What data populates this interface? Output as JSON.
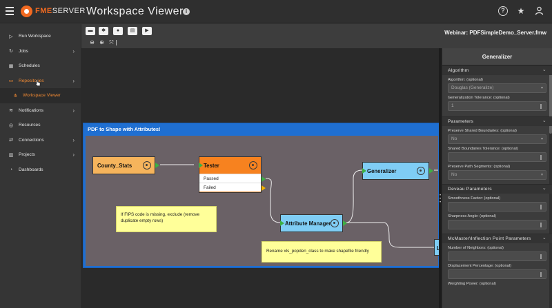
{
  "app": {
    "logo_prefix": "FME",
    "logo_suffix": "SERVER",
    "title": "Workspace Viewer"
  },
  "sidebar": {
    "items": [
      {
        "label": "Run Workspace",
        "icon": "play-icon",
        "chevron": false
      },
      {
        "label": "Jobs",
        "icon": "refresh-icon",
        "chevron": true
      },
      {
        "label": "Schedules",
        "icon": "calendar-icon",
        "chevron": false
      },
      {
        "label": "Repositories",
        "icon": "folder-icon",
        "chevron": true,
        "active": true
      },
      {
        "label": "Workspace Viewer",
        "icon": "viewer-icon",
        "sub": true
      },
      {
        "label": "Notifications",
        "icon": "wifi-icon",
        "chevron": true
      },
      {
        "label": "Resources",
        "icon": "database-icon",
        "chevron": false
      },
      {
        "label": "Connections",
        "icon": "connections-icon",
        "chevron": true
      },
      {
        "label": "Projects",
        "icon": "book-icon",
        "chevron": true
      },
      {
        "label": "Dashboards",
        "icon": "dashboard-icon",
        "chevron": false
      }
    ]
  },
  "toolbar": {
    "workspace_name": "Webinar: PDFSimpleDemo_Server.fmw"
  },
  "canvas": {
    "bookmark_title": "PDF to Shape with Attributes!",
    "transformers": {
      "county_stats": "County_Stats",
      "tester": "Tester",
      "tester_passed": "Passed",
      "tester_failed": "Failed",
      "generalizer": "Generalizer",
      "attribute_manager": "Attribute Manager",
      "partial": "L"
    },
    "notes": {
      "fips": "If FIPS code is missing, exclude (remove duplicate empty rows)",
      "rename": "Rename xls_popden_class to make shapefile friendly"
    }
  },
  "panel": {
    "title": "Generalizer",
    "sections": {
      "algorithm": "Algorithm",
      "parameters": "Parameters",
      "deveau": "Deveau Parameters",
      "mcmaster": "McMaster\\Inflection Point Parameters"
    },
    "fields": {
      "algorithm_label": "Algorithm: (optional)",
      "algorithm_value": "Douglas (Generalize)",
      "tolerance_label": "Generalization Tolerance: (optional)",
      "tolerance_value": "1",
      "shared_boundaries_label": "Preserve Shared Boundaries: (optional)",
      "shared_boundaries_value": "No",
      "shared_tolerance_label": "Shared Boundaries Tolerance: (optional)",
      "shared_tolerance_value": "",
      "path_segments_label": "Preserve Path Segments: (optional)",
      "path_segments_value": "No",
      "smoothness_label": "Smoothness Factor: (optional)",
      "smoothness_value": "",
      "sharpness_label": "Sharpness Angle: (optional)",
      "sharpness_value": "",
      "neighbors_label": "Number of Neighbors: (optional)",
      "neighbors_value": "",
      "displacement_label": "Displacement Percentage: (optional)",
      "displacement_value": "",
      "weighting_label": "Weighting Power: (optional)"
    }
  },
  "colors": {
    "accent": "#f26a21",
    "bookmark": "#1f6fd1",
    "tester": "#f7821f",
    "county_stats": "#f6b45c",
    "generalizer": "#7fcdf5",
    "note": "#ffff99"
  }
}
